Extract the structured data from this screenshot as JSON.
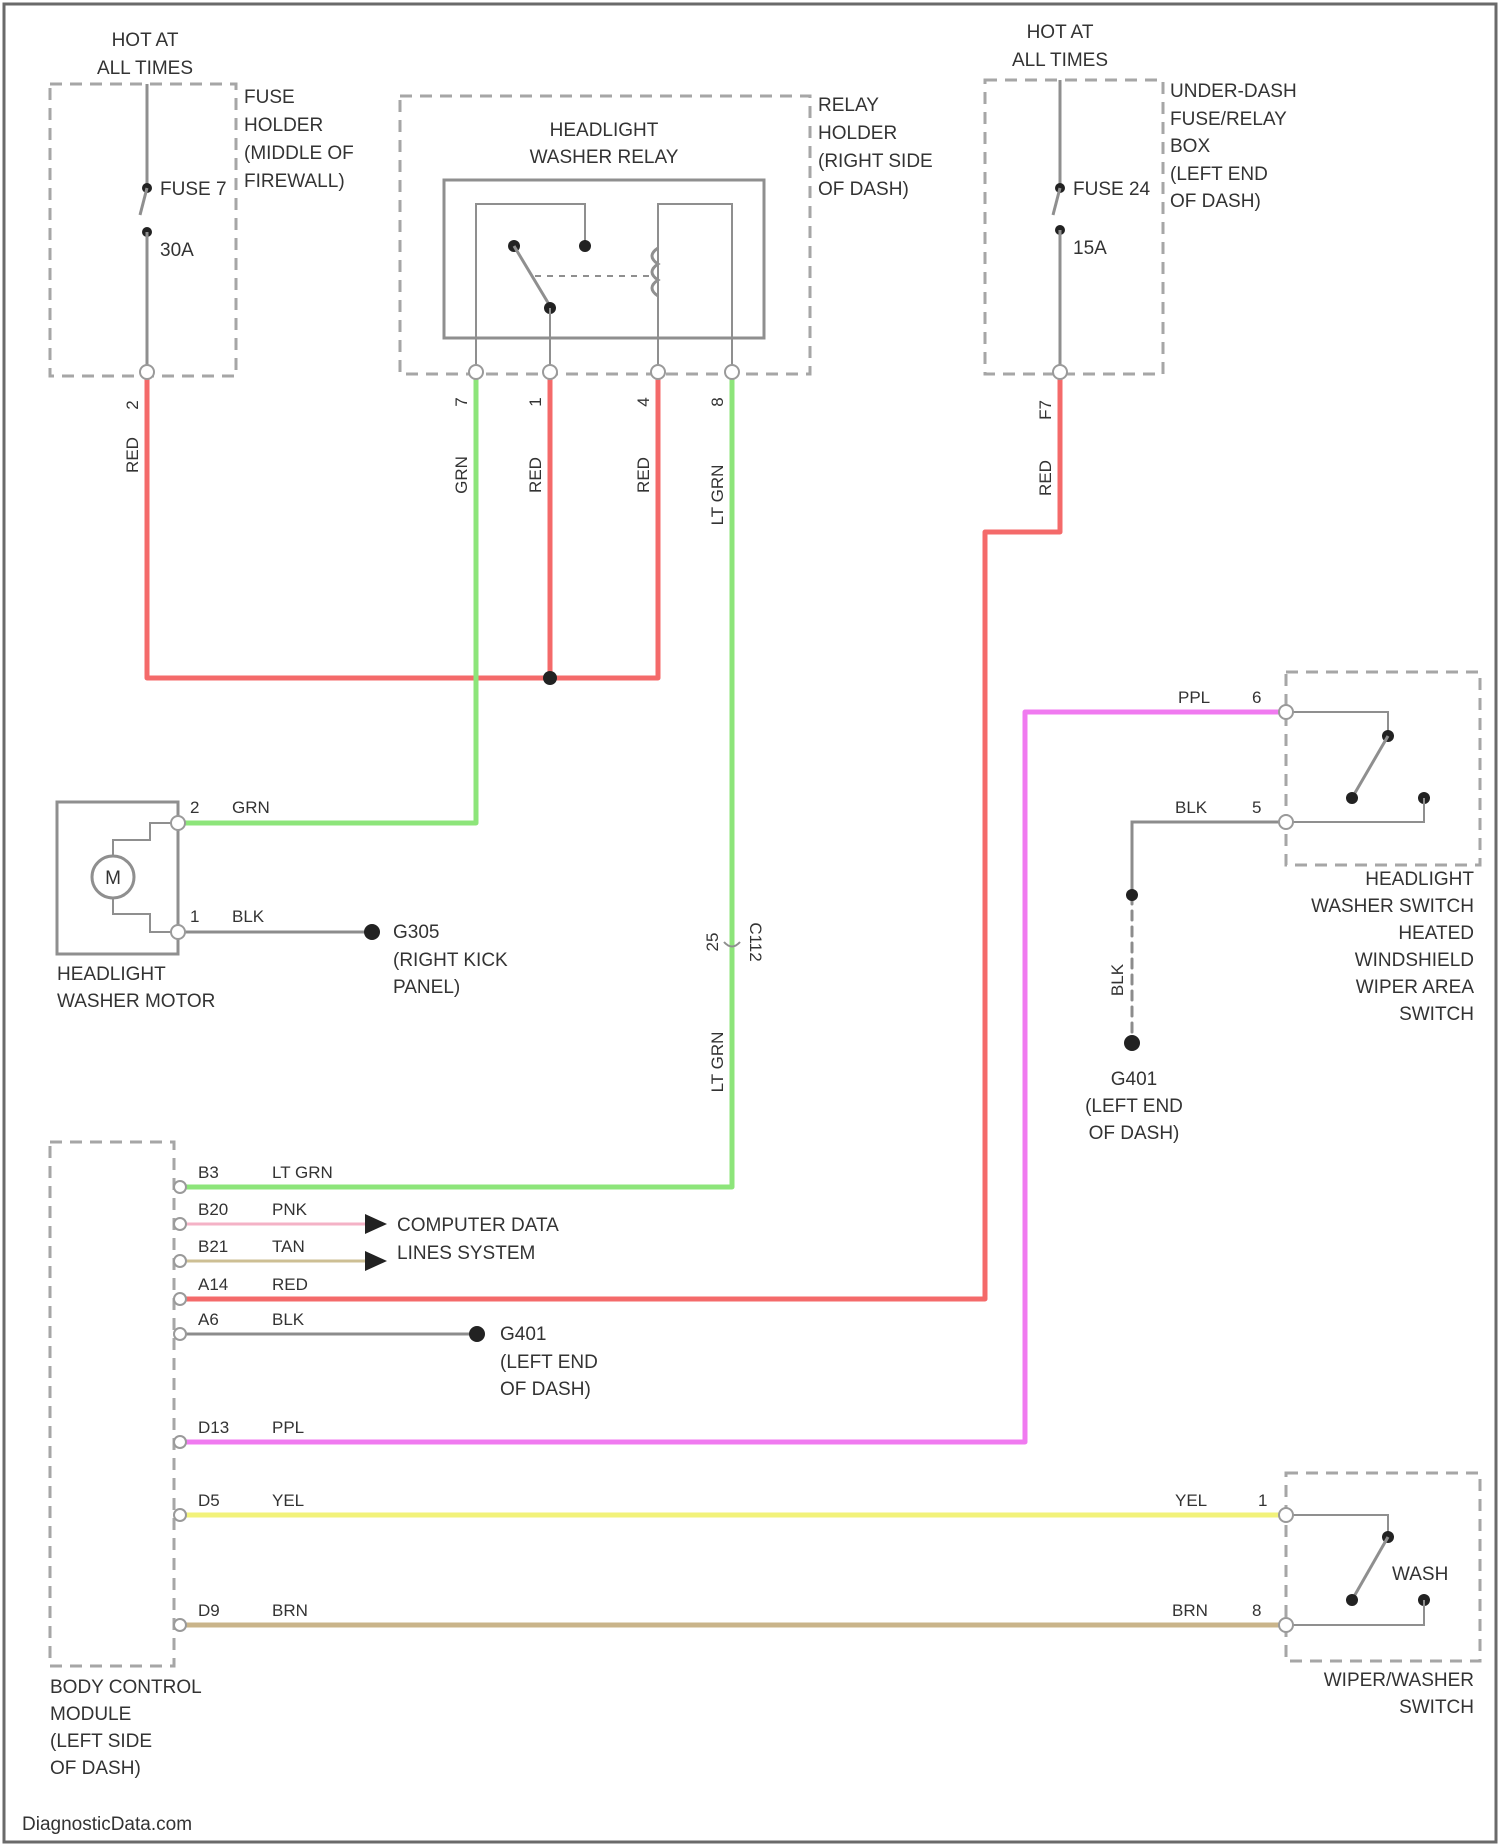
{
  "colors": {
    "red": "#f46a6a",
    "green": "#8de57a",
    "pink": "#f07af0",
    "light_pink": "#f4b2c6",
    "tan": "#cdbf94",
    "yellow": "#f2f27a",
    "brown": "#c9b48a",
    "black": "#8c8c8c",
    "border": "#a6a6a6"
  },
  "fuse_holder_left": {
    "hot_label": [
      "HOT AT",
      "ALL TIMES"
    ],
    "location": [
      "FUSE",
      "HOLDER",
      "(MIDDLE OF",
      "FIREWALL)"
    ],
    "fuse_name": "FUSE 7",
    "fuse_rating": "30A",
    "pin": "2",
    "wire_color": "RED"
  },
  "relay": {
    "name": [
      "HEADLIGHT",
      "WASHER RELAY"
    ],
    "location": [
      "RELAY",
      "HOLDER",
      "(RIGHT SIDE",
      "OF DASH)"
    ],
    "pins": [
      "7",
      "1",
      "4",
      "8"
    ],
    "wire_colors": [
      "GRN",
      "RED",
      "RED",
      "LT GRN"
    ]
  },
  "fuse_box_right": {
    "hot_label": [
      "HOT AT",
      "ALL TIMES"
    ],
    "location": [
      "UNDER-DASH",
      "FUSE/RELAY",
      "BOX",
      "(LEFT END",
      "OF DASH)"
    ],
    "fuse_name": "FUSE 24",
    "fuse_rating": "15A",
    "pin": "F7",
    "wire_color": "RED"
  },
  "washer_motor": {
    "symbol": "M",
    "name": [
      "HEADLIGHT",
      "WASHER MOTOR"
    ],
    "pin2": "2",
    "pin2_wire": "GRN",
    "pin1": "1",
    "pin1_wire": "BLK",
    "ground": [
      "G305",
      "(RIGHT KICK",
      "PANEL)"
    ]
  },
  "inline_connector": {
    "pin": "25",
    "name": "C112",
    "wire_color": "LT GRN"
  },
  "headlight_switch": {
    "name": [
      "HEADLIGHT",
      "WASHER SWITCH",
      "HEATED",
      "WINDSHIELD",
      "WIPER AREA",
      "SWITCH"
    ],
    "pin6": "6",
    "pin6_wire": "PPL",
    "pin5": "5",
    "pin5_wire": "BLK",
    "ground_wire": "BLK",
    "ground": [
      "G401",
      "(LEFT END",
      "OF DASH)"
    ]
  },
  "bcm": {
    "name": [
      "BODY CONTROL",
      "MODULE",
      "(LEFT SIDE",
      "OF DASH)"
    ],
    "pins": [
      {
        "pin": "B3",
        "wire": "LT GRN"
      },
      {
        "pin": "B20",
        "wire": "PNK"
      },
      {
        "pin": "B21",
        "wire": "TAN"
      },
      {
        "pin": "A14",
        "wire": "RED"
      },
      {
        "pin": "A6",
        "wire": "BLK"
      },
      {
        "pin": "D13",
        "wire": "PPL"
      },
      {
        "pin": "D5",
        "wire": "YEL"
      },
      {
        "pin": "D9",
        "wire": "BRN"
      }
    ],
    "data_lines": [
      "COMPUTER DATA",
      "LINES SYSTEM"
    ],
    "ground": [
      "G401",
      "(LEFT END",
      "OF DASH)"
    ]
  },
  "wiper_switch": {
    "name": [
      "WIPER/WASHER",
      "SWITCH"
    ],
    "position_label": "WASH",
    "pin1": "1",
    "pin1_wire": "YEL",
    "pin8": "8",
    "pin8_wire": "BRN"
  },
  "watermark": "DiagnosticData.com"
}
